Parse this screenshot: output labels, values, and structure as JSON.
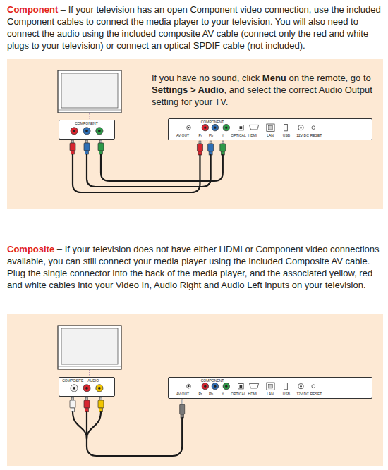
{
  "diagram": {
    "nodes": [
      {
        "text": [
          "COMPONENT"
        ]
      },
      {
        "text": [
          "AV OUT",
          "COMPONENT",
          "Pr",
          "Pb",
          "Y",
          "OPTICAL",
          "HDMI",
          "LAN",
          "USB",
          "12V DC",
          "RESET"
        ]
      },
      {
        "text": [
          "COMPOSITE",
          "AUDIO"
        ]
      },
      {
        "text": [
          "AV OUT",
          "COMPONENT",
          "Pr",
          "Pb",
          "Y",
          "OPTICAL",
          "HDMI",
          "LAN",
          "USB",
          "12V DC",
          "RESET"
        ]
      }
    ],
    "edges": [
      {
        "from": 0,
        "to": 1,
        "arrow": "none"
      },
      {
        "from": 2,
        "to": 3,
        "arrow": "none"
      }
    ],
    "labels": [
      "Component",
      "– If your television has an open Component video connection, use the included Component cables to connect the media player to your television. You will also need to connect the audio using the included composite AV cable (connect only the red and white plugs to your television) or connect an optical SPDIF cable (not included).",
      "If you have no sound, click",
      "Menu",
      "on the remote, go to",
      "Settings > Audio",
      ", and select the correct Audio Output setting for your TV.",
      "Composite",
      "– If your television does not have either HDMI or Component video connections available, you can still connect your media player using the included Composite AV cable. Plug the single connector into the back of the media player, and the associated yellow, red and white cables into your Video In, Audio Right and Audio Left inputs on your television."
    ]
  }
}
